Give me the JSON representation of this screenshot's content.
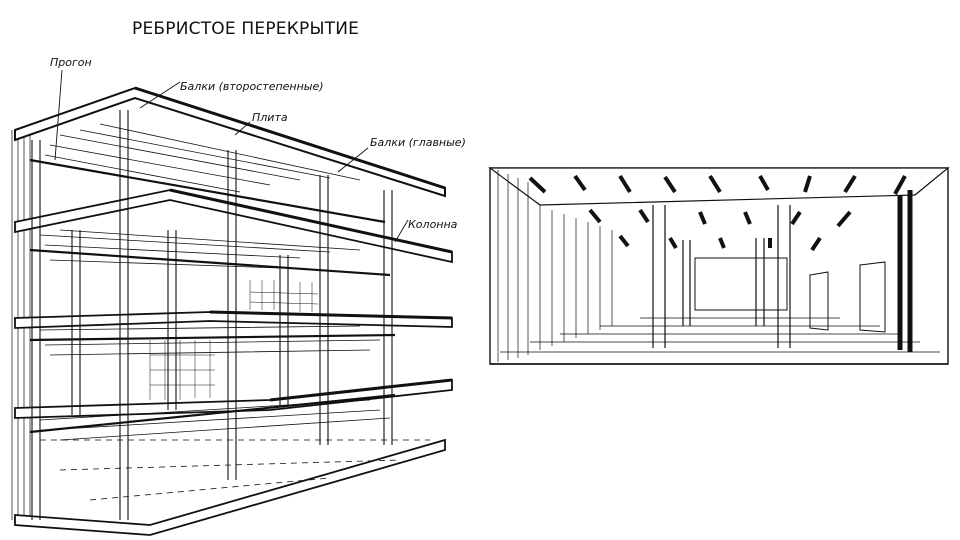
{
  "title": "РЕБРИСТОЕ ПЕРЕКРЫТИЕ",
  "labels": {
    "prогон": "Прогон",
    "secondary_beams": "Балки (второстепенные)",
    "slab": "Плита",
    "main_beams": "Балки (главные)",
    "column": "Колонна"
  },
  "colors": {
    "ink": "#111111",
    "paper": "#ffffff"
  }
}
